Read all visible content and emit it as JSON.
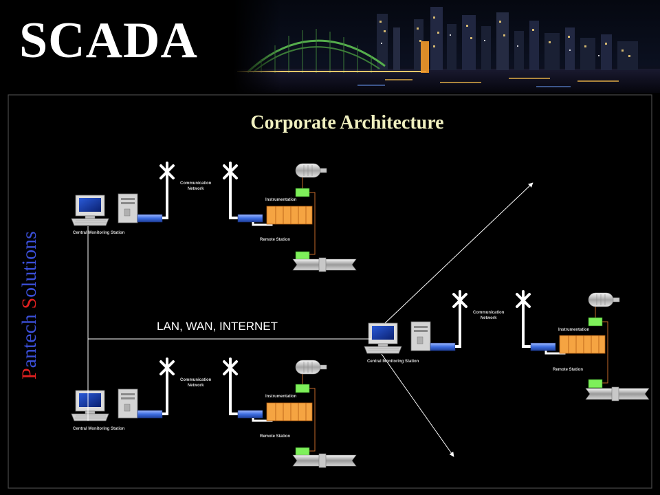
{
  "header": {
    "title": "SCADA"
  },
  "diagram": {
    "title": "Corporate Architecture",
    "brand": {
      "first_initial": "P",
      "first_rest": "antech ",
      "second_initial": "S",
      "second_rest": "olutions"
    },
    "network_link_label": "LAN, WAN, INTERNET",
    "site_labels": {
      "central": "Central Monitoring Station",
      "comm_line1": "Communication",
      "comm_line2": "Network",
      "instrumentation": "Instrumentation",
      "remote": "Remote Station"
    }
  }
}
